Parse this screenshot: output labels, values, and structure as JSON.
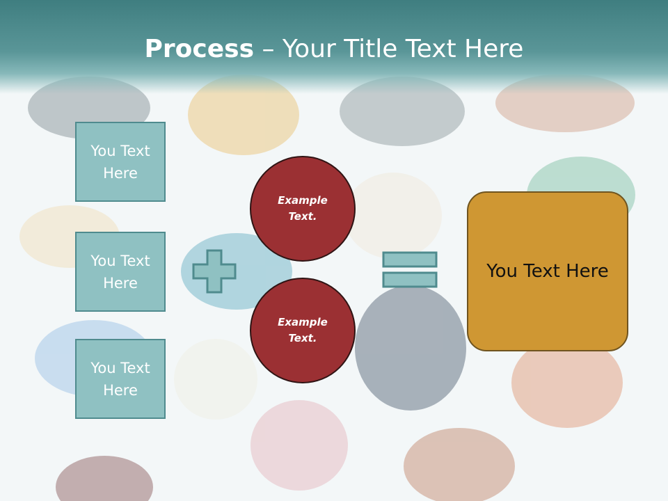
{
  "slide": {
    "title_bold": "Process",
    "title_rest": " – Your Title Text Here"
  },
  "left_boxes": [
    {
      "label": "You Text Here"
    },
    {
      "label": "You Text Here"
    },
    {
      "label": "You Text Here"
    }
  ],
  "circles": [
    {
      "label": "Example Text."
    },
    {
      "label": "Example Text."
    }
  ],
  "result": {
    "label": "You Text Here"
  },
  "colors": {
    "header": "#4f8b8e",
    "box_fill": "#8fc1c2",
    "circle_fill": "#9b3033",
    "result_fill": "#cf9733"
  }
}
